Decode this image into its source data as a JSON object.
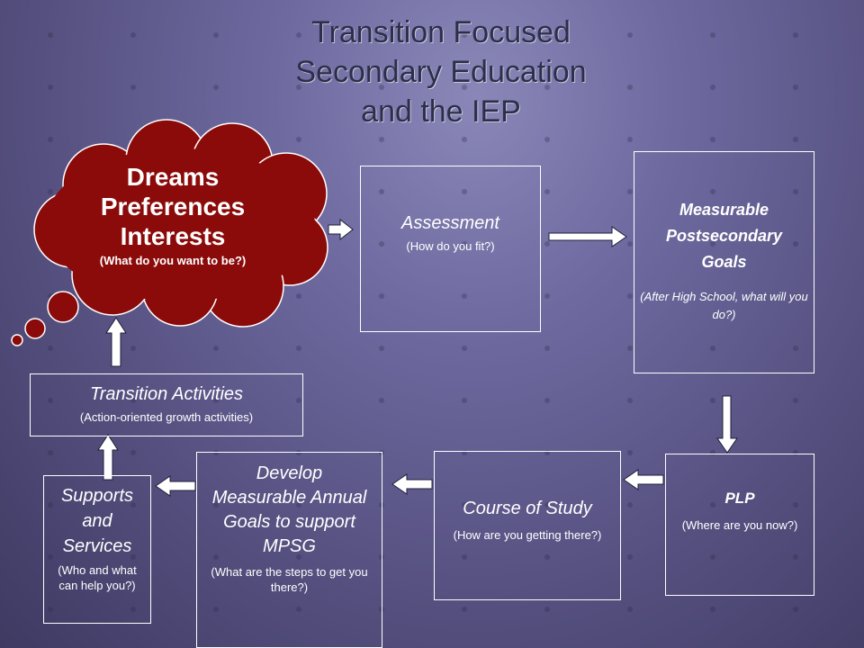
{
  "title": {
    "line1": "Transition Focused",
    "line2": "Secondary Education",
    "line3": "and the IEP"
  },
  "cloud": {
    "line1": "Dreams",
    "line2": "Preferences",
    "line3": "Interests",
    "sub": "(What do you want to be?)"
  },
  "assessment": {
    "label": "Assessment",
    "sub": "(How do you fit?)"
  },
  "mpsg": {
    "label": "Measurable Postsecondary Goals",
    "sub": "(After High School, what will you do?)"
  },
  "plp": {
    "label": "PLP",
    "sub": "(Where are you now?)"
  },
  "course": {
    "label": "Course of Study",
    "sub": "(How are you getting there?)"
  },
  "annual": {
    "label": "Develop Measurable Annual Goals to support MPSG",
    "sub": "(What are the steps to get you there?)"
  },
  "supports": {
    "label": "Supports and Services",
    "sub": "(Who and what can help you?)"
  },
  "activities": {
    "label": "Transition Activities",
    "sub": "(Action-oriented growth activities)"
  },
  "colors": {
    "cloud": "#8b0a0a",
    "arrow": "#ffffff"
  }
}
